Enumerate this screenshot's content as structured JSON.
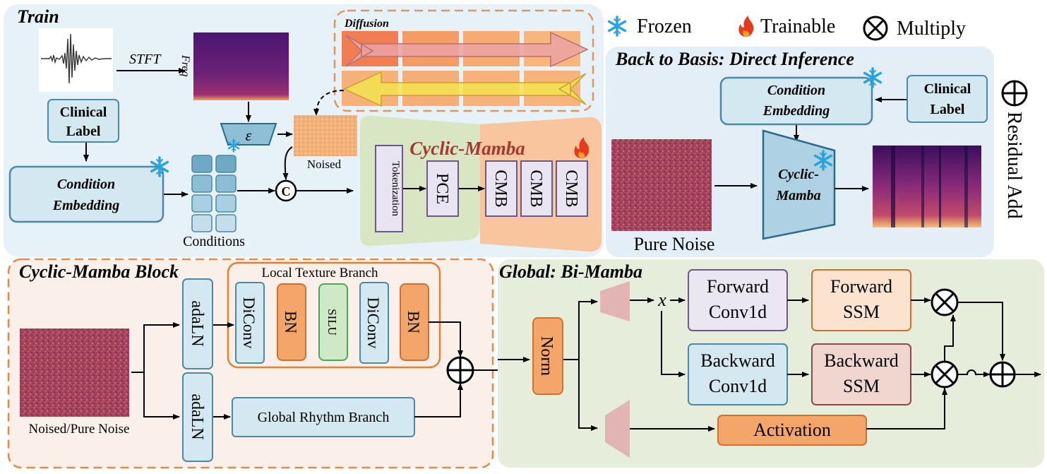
{
  "legend": {
    "frozen": "Frozen",
    "trainable": "Trainable",
    "multiply": "Multiply",
    "residual_add": "Residual Add"
  },
  "train": {
    "title": "Train",
    "stft": "STFT",
    "freq": "Freq",
    "diffusion": "Diffusion",
    "clinical_label": [
      "Clinical",
      "Label"
    ],
    "condition_embedding": [
      "Condition",
      "Embedding"
    ],
    "encoder_symbol": "ε",
    "noised": "Noised",
    "conditions": "Conditions",
    "concat": "C",
    "model_title": "Cyclic-Mamba",
    "tokenization": "Tokenization",
    "pce": "PCE",
    "cmb": "CMB"
  },
  "inference": {
    "title": "Back to Basis: Direct Inference",
    "condition_embedding": [
      "Condition",
      "Embedding"
    ],
    "clinical_label": [
      "Clinical",
      "Label"
    ],
    "model": [
      "Cyclic-",
      "Mamba"
    ],
    "pure_noise": "Pure Noise"
  },
  "cmb_block": {
    "title": "Cyclic-Mamba Block",
    "local_branch": "Local Texture Branch",
    "adaln": "adaLN",
    "diconv": "DiConv",
    "bn": "BN",
    "silu": "SILU",
    "global_branch": "Global Rhythm Branch",
    "input_label": "Noised/Pure Noise"
  },
  "bimamba": {
    "title": "Global: Bi-Mamba",
    "norm": "Norm",
    "x": "x",
    "forward_conv": [
      "Forward",
      "Conv1d"
    ],
    "forward_ssm": [
      "Forward",
      "SSM"
    ],
    "backward_conv": [
      "Backward",
      "Conv1d"
    ],
    "backward_ssm": [
      "Backward",
      "SSM"
    ],
    "activation": "Activation"
  },
  "colors": {
    "train_bg": "#e6f1f8",
    "inference_bg": "#e3eef6",
    "cmb_bg": "#fbf0e9",
    "bimamba_bg": "#e6eddb",
    "blue_box": "#d3e8f0",
    "orange": "#f4a66a",
    "lavender": "#eae6f2",
    "cmb_title": "#a33a2e"
  }
}
